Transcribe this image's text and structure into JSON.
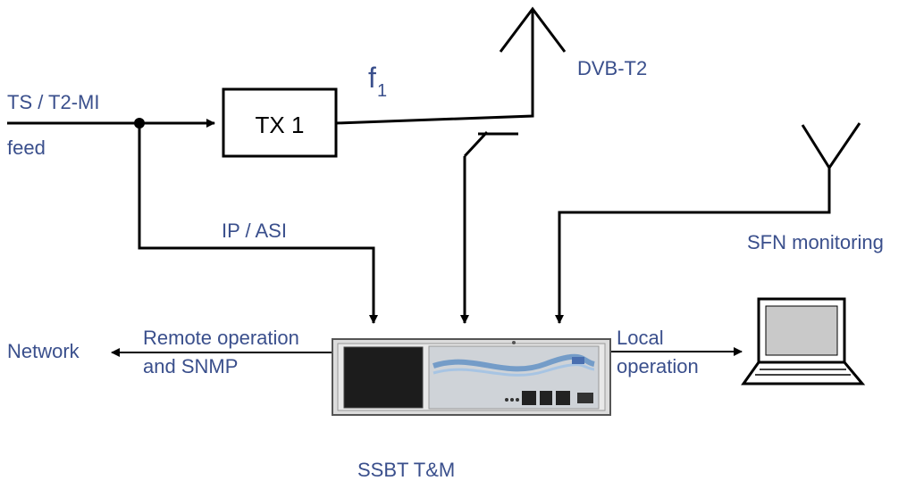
{
  "labels": {
    "input_line1": "TS / T2-MI",
    "input_line2": "feed",
    "transmitter": "TX 1",
    "frequency_base": "f",
    "frequency_sub": "1",
    "broadcast": "DVB-T2",
    "ip_asi": "IP / ASI",
    "sfn": "SFN monitoring",
    "network": "Network",
    "remote_line1": "Remote operation",
    "remote_line2": "and SNMP",
    "local_line1": "Local",
    "local_line2": "operation",
    "device": "SSBT T&M"
  },
  "icons": {
    "tx_antenna": "antenna-icon",
    "rx_antenna": "receive-antenna-icon",
    "device": "rack-unit-icon",
    "laptop": "laptop-icon"
  },
  "colors": {
    "label": "#3a4f8c",
    "line": "#000000"
  }
}
